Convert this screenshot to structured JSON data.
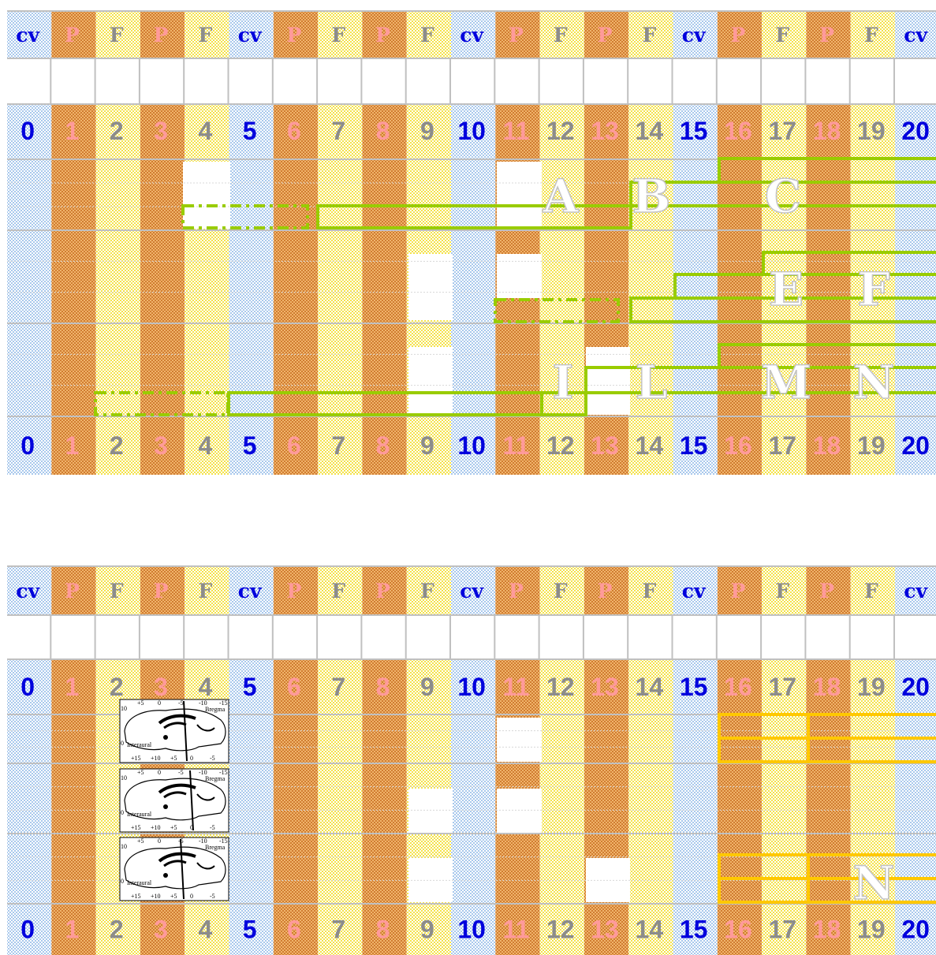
{
  "header_labels": [
    "cv",
    "P",
    "F",
    "P",
    "F",
    "cv",
    "P",
    "F",
    "P",
    "F",
    "cv",
    "P",
    "F",
    "P",
    "F",
    "cv",
    "P",
    "F",
    "P",
    "F",
    "cv"
  ],
  "numbers": [
    "0",
    "1",
    "2",
    "3",
    "4",
    "5",
    "6",
    "7",
    "8",
    "9",
    "10",
    "11",
    "12",
    "13",
    "14",
    "15",
    "16",
    "17",
    "18",
    "19",
    "20"
  ],
  "colors": {
    "cv_blue": "#0000dd",
    "p_pink": "#ff9a9a",
    "f_gray": "#8c8c8c",
    "blue_bg": "#a8c8ec",
    "orange_bg": "#dc8e42",
    "yellow_bg": "#fbf07a",
    "green_bar": "#99cc00",
    "gold_bar": "#ffc800",
    "grid_line": "#c0c0c0"
  },
  "top_panel": {
    "letters": [
      "A",
      "B",
      "C",
      "E",
      "F",
      "I",
      "L",
      "M",
      "N"
    ]
  },
  "bottom_panel": {
    "letters": [
      "N"
    ],
    "atlas_labels": {
      "title": "Bregma",
      "sub": "Interaural",
      "ticks_top": [
        "+5",
        "0",
        "-5",
        "-10",
        "-15"
      ],
      "ticks_bottom": [
        "+15",
        "+10",
        "+5",
        "0",
        "-5"
      ],
      "ticks_left": [
        "10",
        "0"
      ]
    }
  }
}
